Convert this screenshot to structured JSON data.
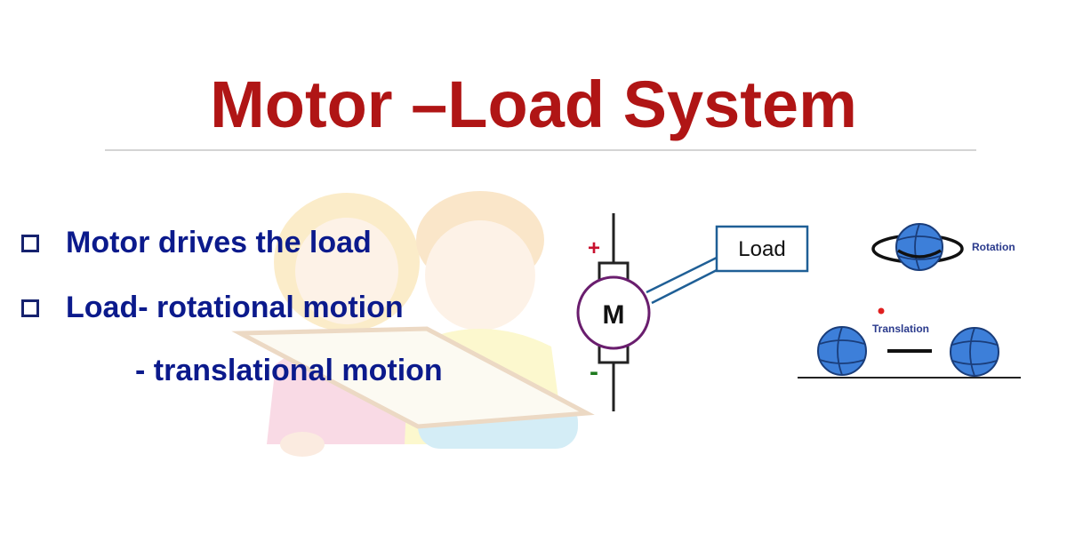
{
  "slide": {
    "title": "Motor –Load System"
  },
  "bullets": [
    {
      "text": "Motor drives the load"
    },
    {
      "text": "Load- rotational motion"
    }
  ],
  "sub_bullet": {
    "text": "- translational motion"
  },
  "motor_diagram": {
    "plus_symbol": "+",
    "minus_symbol": "-",
    "motor_label": "M",
    "load_label": "Load"
  },
  "motion_illustration": {
    "rotation_label": "Rotation",
    "translation_label": "Translation"
  },
  "colors": {
    "title": "#b01515",
    "bullet_text": "#0b1a8c",
    "plus": "#c8102e",
    "minus": "#1e7a1e",
    "ball": "#3d7fd9"
  }
}
